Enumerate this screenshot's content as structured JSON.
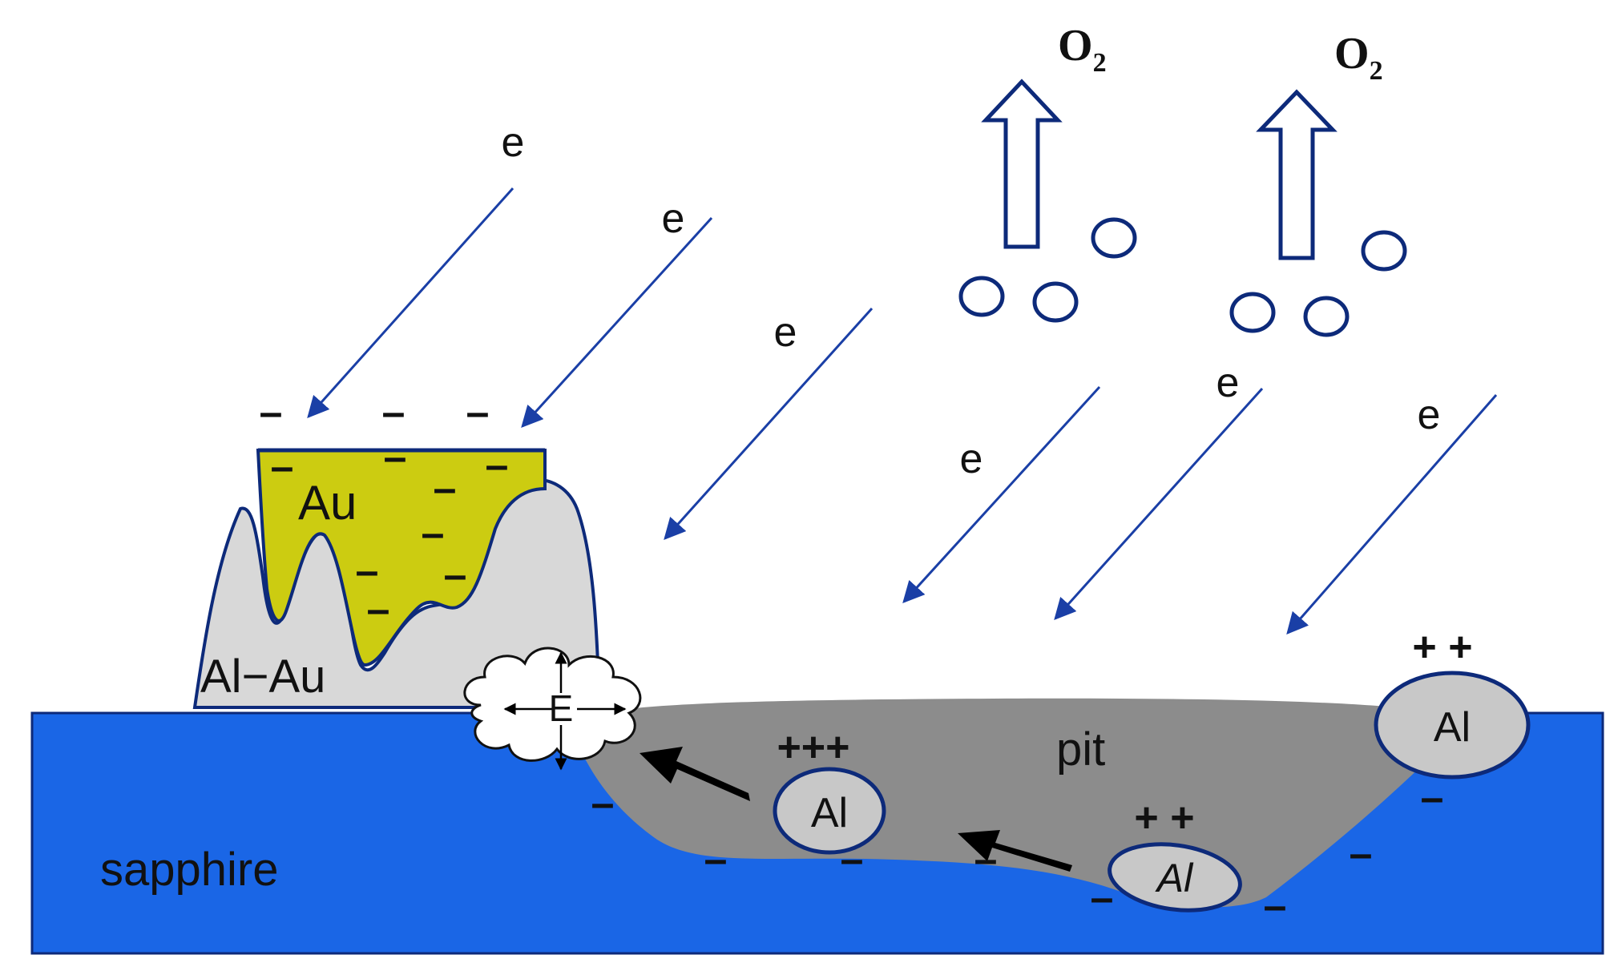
{
  "labels": {
    "electron": "e",
    "oxygen": "O",
    "oxygen_sub": "2",
    "gold": "Au",
    "alloy": "Al−Au",
    "field": "E",
    "sapphire": "sapphire",
    "pit": "pit",
    "aluminum": "Al",
    "aluminum_italic": "Al",
    "charge_neg": "–",
    "charge_plus2": "+ +",
    "charge_plus3": "+++"
  },
  "colors": {
    "sapphire": "#1a66e6",
    "pit": "#8c8c8c",
    "alloy": "#d8d8d8",
    "gold": "#cccc11",
    "outline": "#0d2a7a",
    "electron_arrow": "#1a3fa6",
    "oxygen": "#0d2a7a",
    "migration_arrow": "#000000"
  }
}
